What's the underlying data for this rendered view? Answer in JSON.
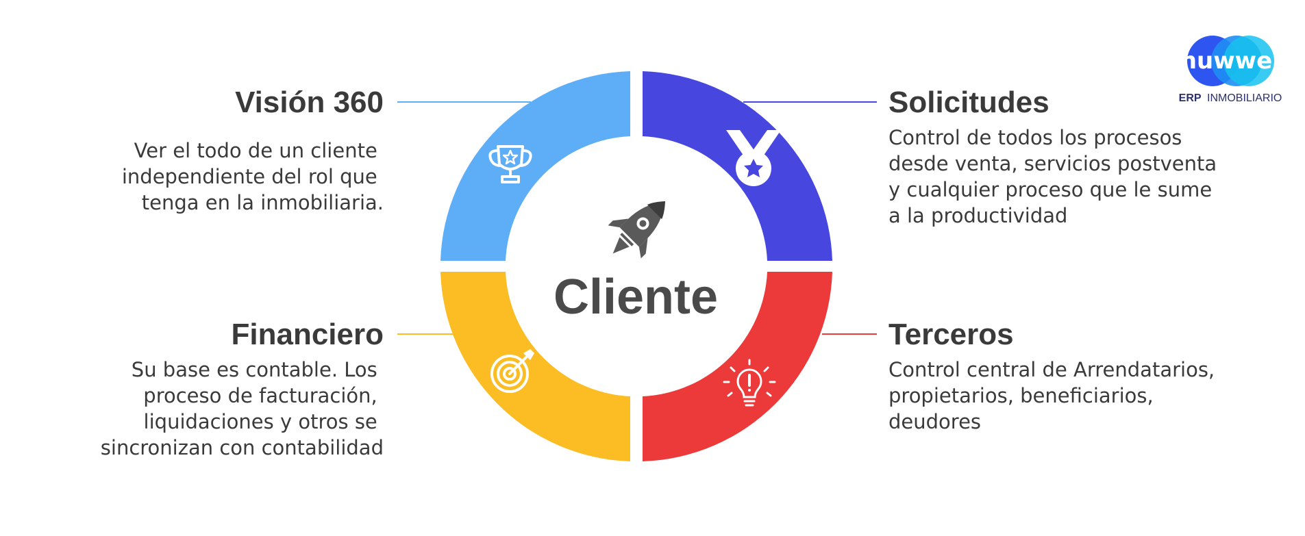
{
  "center": {
    "title": "Cliente",
    "icon": "rocket-icon"
  },
  "logo": {
    "brand": "nuwwe",
    "sub_bold": "ERP",
    "sub": "INMOBILIARIO"
  },
  "segments": {
    "top_left": {
      "title": "Visión 360",
      "lines": [
        "Ver el todo de un cliente",
        "independiente del rol que",
        "tenga en la inmobiliaria."
      ],
      "color": "#5eaef7",
      "icon": "trophy-icon"
    },
    "top_right": {
      "title": "Solicitudes",
      "lines": [
        "Control de todos los procesos",
        "desde venta, servicios postventa",
        "y cualquier proceso que le sume",
        "a la productividad"
      ],
      "color": "#4747e0",
      "icon": "medal-icon"
    },
    "bottom_left": {
      "title": "Financiero",
      "lines": [
        "Su base es contable. Los",
        "proceso de facturación,",
        "liquidaciones y otros se",
        "sincronizan con contabilidad"
      ],
      "color": "#fbbc24",
      "icon": "target-icon"
    },
    "bottom_right": {
      "title": "Terceros",
      "lines": [
        "Control central de Arrendatarios,",
        "propietarios, beneficiarios,",
        "deudores"
      ],
      "color": "#ec3a3a",
      "icon": "lightbulb-icon"
    }
  }
}
